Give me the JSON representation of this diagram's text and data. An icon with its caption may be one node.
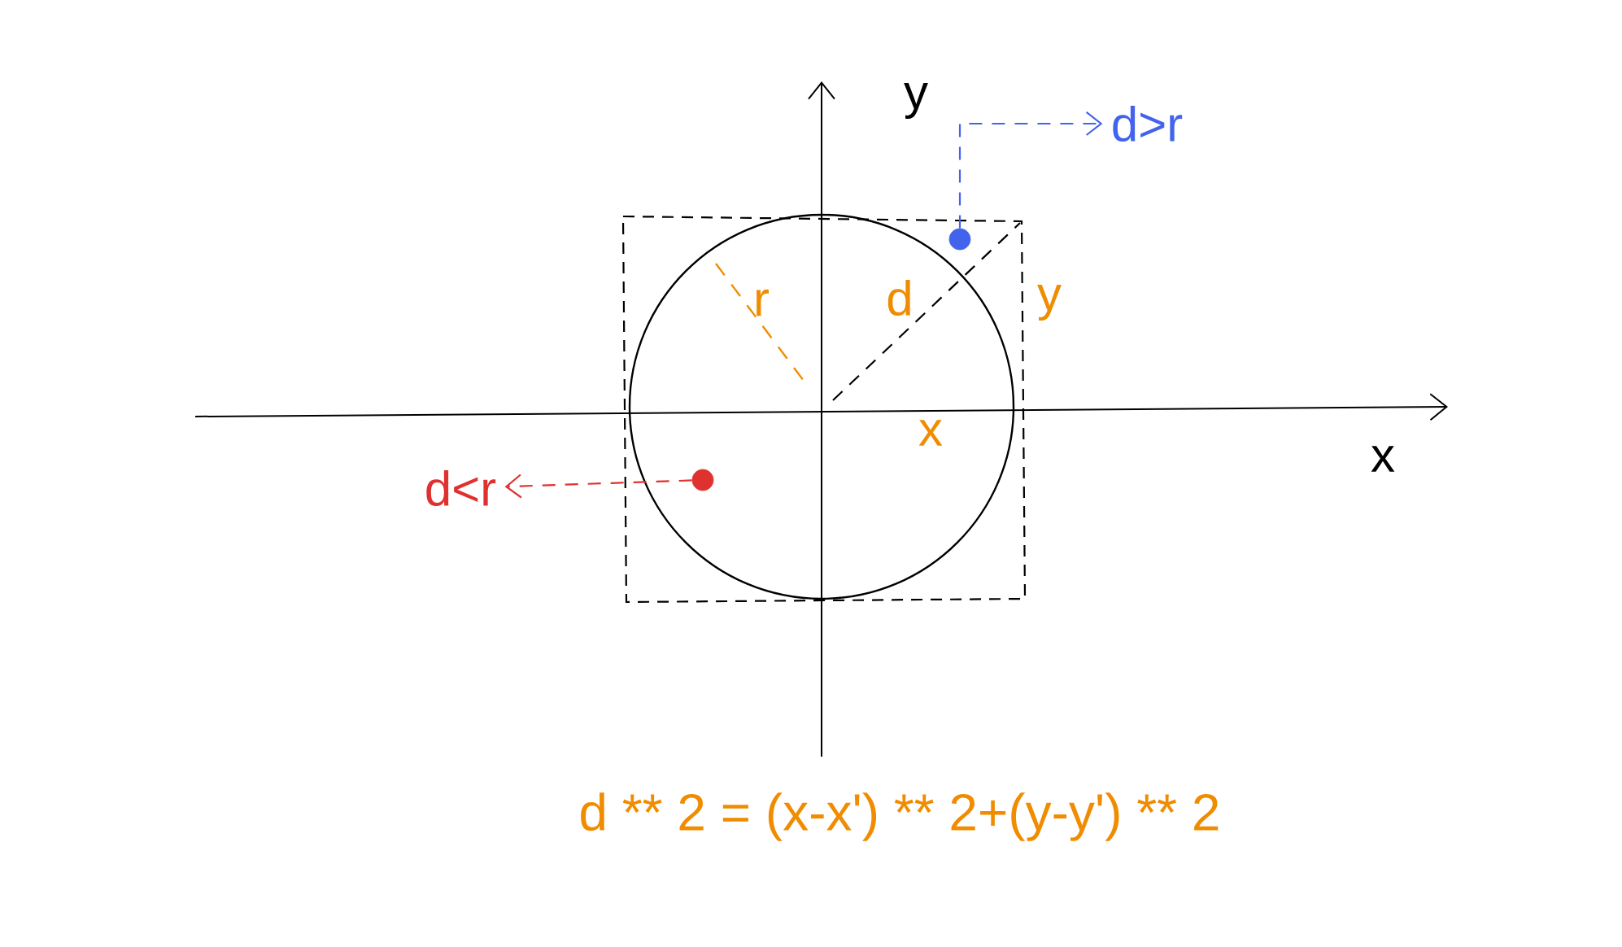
{
  "diagram": {
    "nodes": [
      {
        "text": [],
        "shape": "circle"
      },
      {
        "text": [
          "d>r"
        ]
      },
      {
        "text": [],
        "shape": "circle"
      },
      {
        "text": [
          "d<r"
        ]
      }
    ],
    "edges": [
      {
        "from": 0,
        "to": 1,
        "arrow": "to",
        "style": "dashed",
        "color": "#4263eb"
      },
      {
        "from": 2,
        "to": 3,
        "arrow": "to",
        "style": "dashed",
        "color": "#e03131"
      }
    ],
    "labels": [
      "y",
      "r",
      "d",
      "y",
      "x",
      "x",
      "d ** 2 = (x-x') ** 2+(y-y') ** 2"
    ]
  }
}
